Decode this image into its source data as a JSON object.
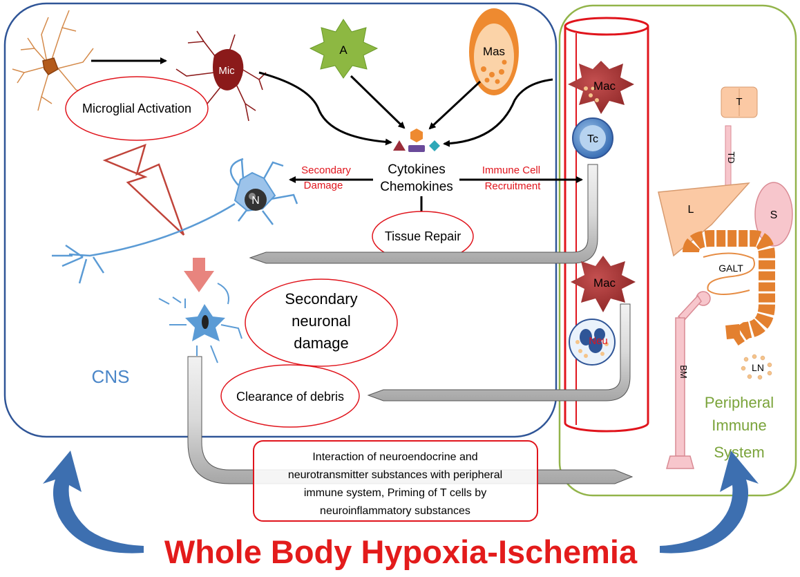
{
  "labels": {
    "cns": "CNS",
    "microglial_activation": "Microglial Activation",
    "mic": "Mic",
    "astrocyte": "A",
    "mast_cell": "Mas",
    "cytokines": "Cytokines",
    "chemokines": "Chemokines",
    "secondary_damage_1": "Secondary",
    "secondary_damage_2": "Damage",
    "immune_cell_1": "Immune  Cell",
    "immune_cell_2": "Recruitment",
    "tissue_repair": "Tissue Repair",
    "neuron": "N",
    "secondary_neuronal_1": "Secondary",
    "secondary_neuronal_2": "neuronal",
    "secondary_neuronal_3": "damage",
    "clearance": "Clearance of debris",
    "mac_top": "Mac",
    "tc": "Tc",
    "mac_bottom": "Mac",
    "neu": "Neu",
    "thymus": "T",
    "thoracic_duct": "TD",
    "liver": "L",
    "spleen": "S",
    "galt": "GALT",
    "bone_marrow": "BM",
    "lymph_node": "LN",
    "peripheral_1": "Peripheral",
    "peripheral_2": "Immune",
    "peripheral_3": "System",
    "interaction_1": "Interaction of neuroendocrine and",
    "interaction_2": "neurotransmitter substances with peripheral",
    "interaction_3": "immune system, Priming of T cells by",
    "interaction_4": "neuroinflammatory substances",
    "main_title": "Whole Body Hypoxia-Ischemia"
  },
  "colors": {
    "cns_border": "#2f5597",
    "peripheral_border": "#92b44a",
    "vessel_red": "#e0141c",
    "title_red": "#e31b1b",
    "cns_text": "#4a86c8",
    "peripheral_text": "#7aa33a",
    "microglia": "#8b1a1a",
    "astrocyte_green": "#8db842",
    "mast_orange": "#ee8a30",
    "neuron_blue": "#5b9bd5",
    "mac_red": "#b03a3a",
    "organ_peach": "#fbc9a4",
    "organ_pink": "#f7c6cc",
    "gut_orange": "#e3802f",
    "arrow_blue": "#3d6fb0"
  }
}
